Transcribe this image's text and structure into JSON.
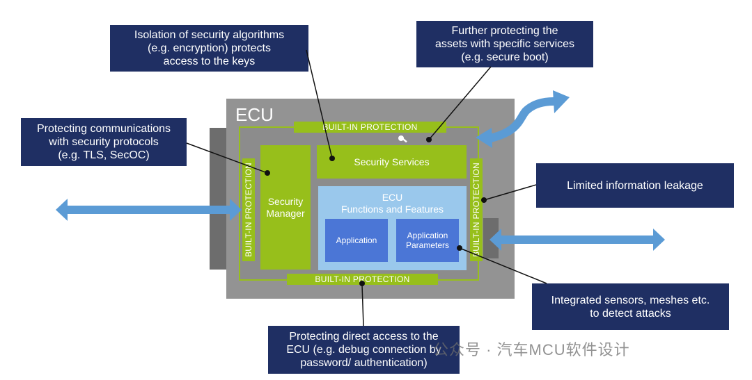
{
  "ecu": {
    "title": "ECU",
    "protection_top": "BUILT-IN PROTECTION",
    "protection_bottom": "BUILT-IN PROTECTION",
    "protection_left": "BUILT-IN PROTECTION",
    "protection_right": "BUILT-IN PROTECTION",
    "security_services": "Security Services",
    "security_manager": "Security\nManager",
    "functions_title": "ECU\nFunctions and Features",
    "application": "Application",
    "application_parameters": "Application\nParameters",
    "key_icon": "key-icon"
  },
  "callouts": {
    "isolation": "Isolation of security algorithms\n(e.g. encryption) protects\naccess to the keys",
    "further": "Further protecting the\nassets with specific services\n(e.g. secure boot)",
    "communications": "Protecting communications\nwith security protocols\n(e.g. TLS, SecOC)",
    "leakage": "Limited information leakage",
    "sensors": "Integrated sensors, meshes etc.\nto detect attacks",
    "direct_access": "Protecting direct access to the\nECU (e.g. debug connection by\npassword/ authentication)"
  },
  "colors": {
    "navy": "#1f2f63",
    "green": "#97bf1b",
    "ecu_gray": "#939393",
    "light_blue": "#9ac8ec",
    "app_blue": "#4b76d6",
    "arrow_blue": "#5b9bd5"
  },
  "watermark": "公众号 · 汽车MCU软件设计"
}
